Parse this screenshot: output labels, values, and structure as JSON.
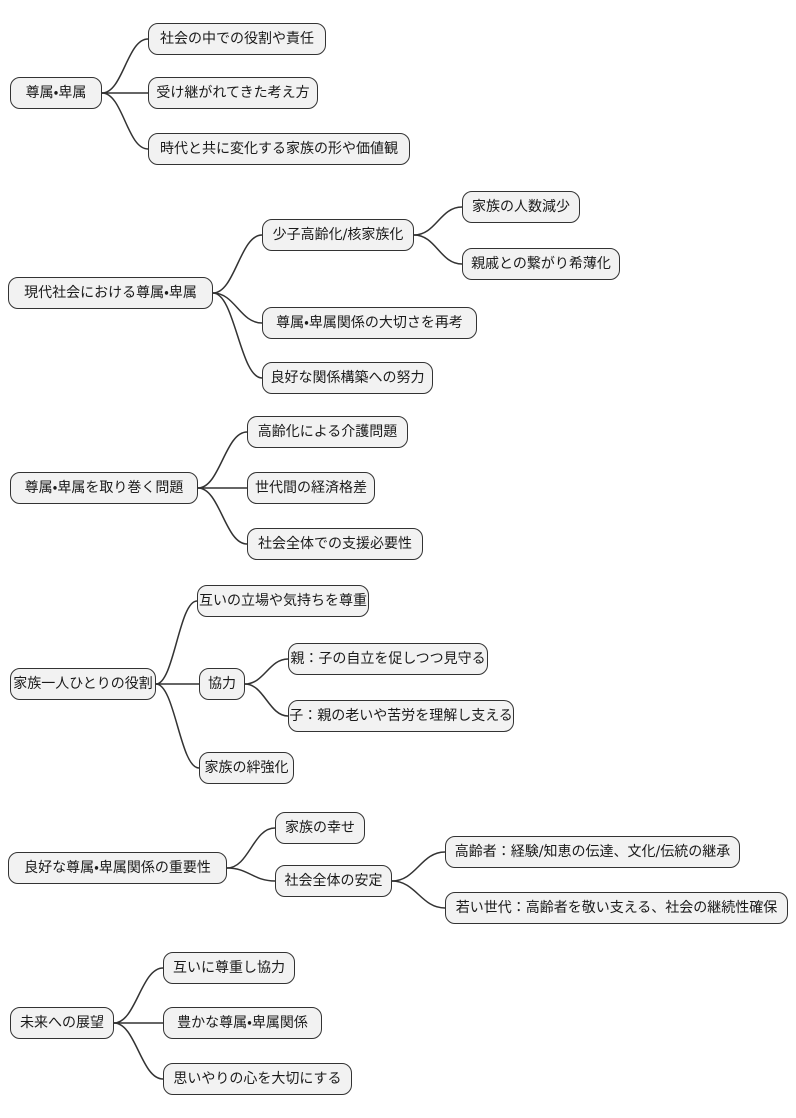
{
  "mindmap": {
    "colors": {
      "background": "#ffffff",
      "node_fill": "#f2f2f2",
      "node_border": "#333333",
      "connector": "#333333",
      "text": "#1a1a1a"
    },
    "trees": [
      {
        "label": "尊属・卑属",
        "children": [
          {
            "label": "社会の中での役割や責任"
          },
          {
            "label": "受け継がれてきた考え方"
          },
          {
            "label": "時代と共に変化する家族の形や価値観"
          }
        ]
      },
      {
        "label": "現代社会における尊属・卑属",
        "children": [
          {
            "label": "少子高齢化/核家族化",
            "children": [
              {
                "label": "家族の人数減少"
              },
              {
                "label": "親戚との繋がり希薄化"
              }
            ]
          },
          {
            "label": "尊属・卑属関係の大切さを再考"
          },
          {
            "label": "良好な関係構築への努力"
          }
        ]
      },
      {
        "label": "尊属・卑属を取り巻く問題",
        "children": [
          {
            "label": "高齢化による介護問題"
          },
          {
            "label": "世代間の経済格差"
          },
          {
            "label": "社会全体での支援必要性"
          }
        ]
      },
      {
        "label": "家族一人ひとりの役割",
        "children": [
          {
            "label": "互いの立場や気持ちを尊重"
          },
          {
            "label": "協力",
            "children": [
              {
                "label": "親：子の自立を促しつつ見守る"
              },
              {
                "label": "子：親の老いや苦労を理解し支える"
              }
            ]
          },
          {
            "label": "家族の絆強化"
          }
        ]
      },
      {
        "label": "良好な尊属・卑属関係の重要性",
        "children": [
          {
            "label": "家族の幸せ"
          },
          {
            "label": "社会全体の安定",
            "children": [
              {
                "label": "高齢者：経験/知恵の伝達、文化/伝統の継承"
              },
              {
                "label": "若い世代：高齢者を敬い支える、社会の継続性確保"
              }
            ]
          }
        ]
      },
      {
        "label": "未来への展望",
        "children": [
          {
            "label": "互いに尊重し協力"
          },
          {
            "label": "豊かな尊属・卑属関係"
          },
          {
            "label": "思いやりの心を大切にする"
          }
        ]
      }
    ]
  }
}
